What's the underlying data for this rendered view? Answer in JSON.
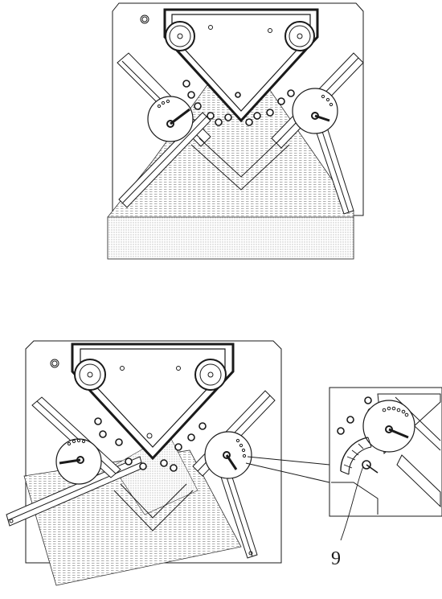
{
  "figure": {
    "callout_label": "9",
    "line_color": "#1a1a1a",
    "hatch_color": "#555555",
    "background": "#ffffff"
  },
  "views": [
    {
      "name": "top-view",
      "description_label": ""
    },
    {
      "name": "bottom-view",
      "description_label": ""
    },
    {
      "name": "detail-view",
      "description_label": ""
    }
  ]
}
